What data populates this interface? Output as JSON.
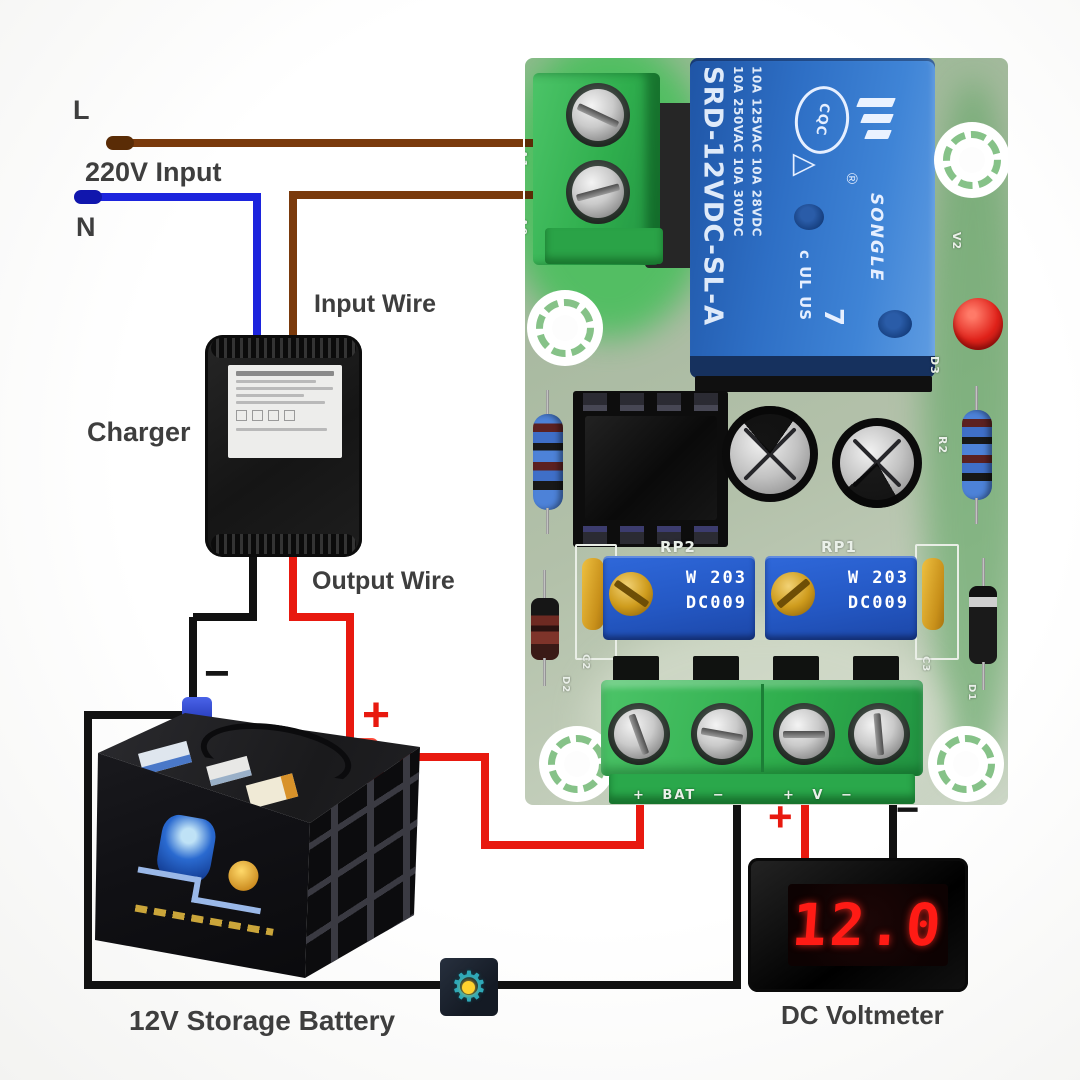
{
  "labels": {
    "l": "L",
    "n": "N",
    "v220": "220V Input",
    "input_wire": "Input Wire",
    "charger": "Charger",
    "output_wire": "Output Wire",
    "battery": "12V Storage Battery",
    "dc_voltmeter": "DC Voltmeter",
    "plus": "+",
    "minus": "−"
  },
  "relay": {
    "model": "SRD-12VDC-SL-A",
    "rating1": "10A 250VAC 10A 30VDC",
    "rating2": "10A 125VAC 10A 28VDC",
    "brand": "SONGLE",
    "cqc": "CQC",
    "triangle": "△",
    "reg": "®",
    "ul_mark": "c UL US",
    "seven": "7"
  },
  "pcb": {
    "rp2": "RP2",
    "rp1": "RP1",
    "pot_line1": "W 203",
    "pot_line2": "DC009",
    "bat_marking": "+ BAT −",
    "v_marking": "+  V  −",
    "d3": "D3",
    "v2": "V2",
    "r2": "R2",
    "c2": "C2",
    "d2": "D2",
    "c3": "C3",
    "d1": "D1",
    "a1": "A1",
    "a0": "A0"
  },
  "voltmeter": {
    "reading": "12.0"
  },
  "colors": {
    "wire_live_brown": "#7a3a0c",
    "wire_neutral_blue": "#1c24dd",
    "wire_positive_red": "#e8190f",
    "wire_negative_black": "#111111",
    "pcb_green": "#a9baa1",
    "terminal_green": "#2fae4d",
    "relay_blue": "#2e6fc5",
    "pot_blue": "#2458c4",
    "led_red": "#e0221a",
    "display_red": "#ff1b15"
  }
}
